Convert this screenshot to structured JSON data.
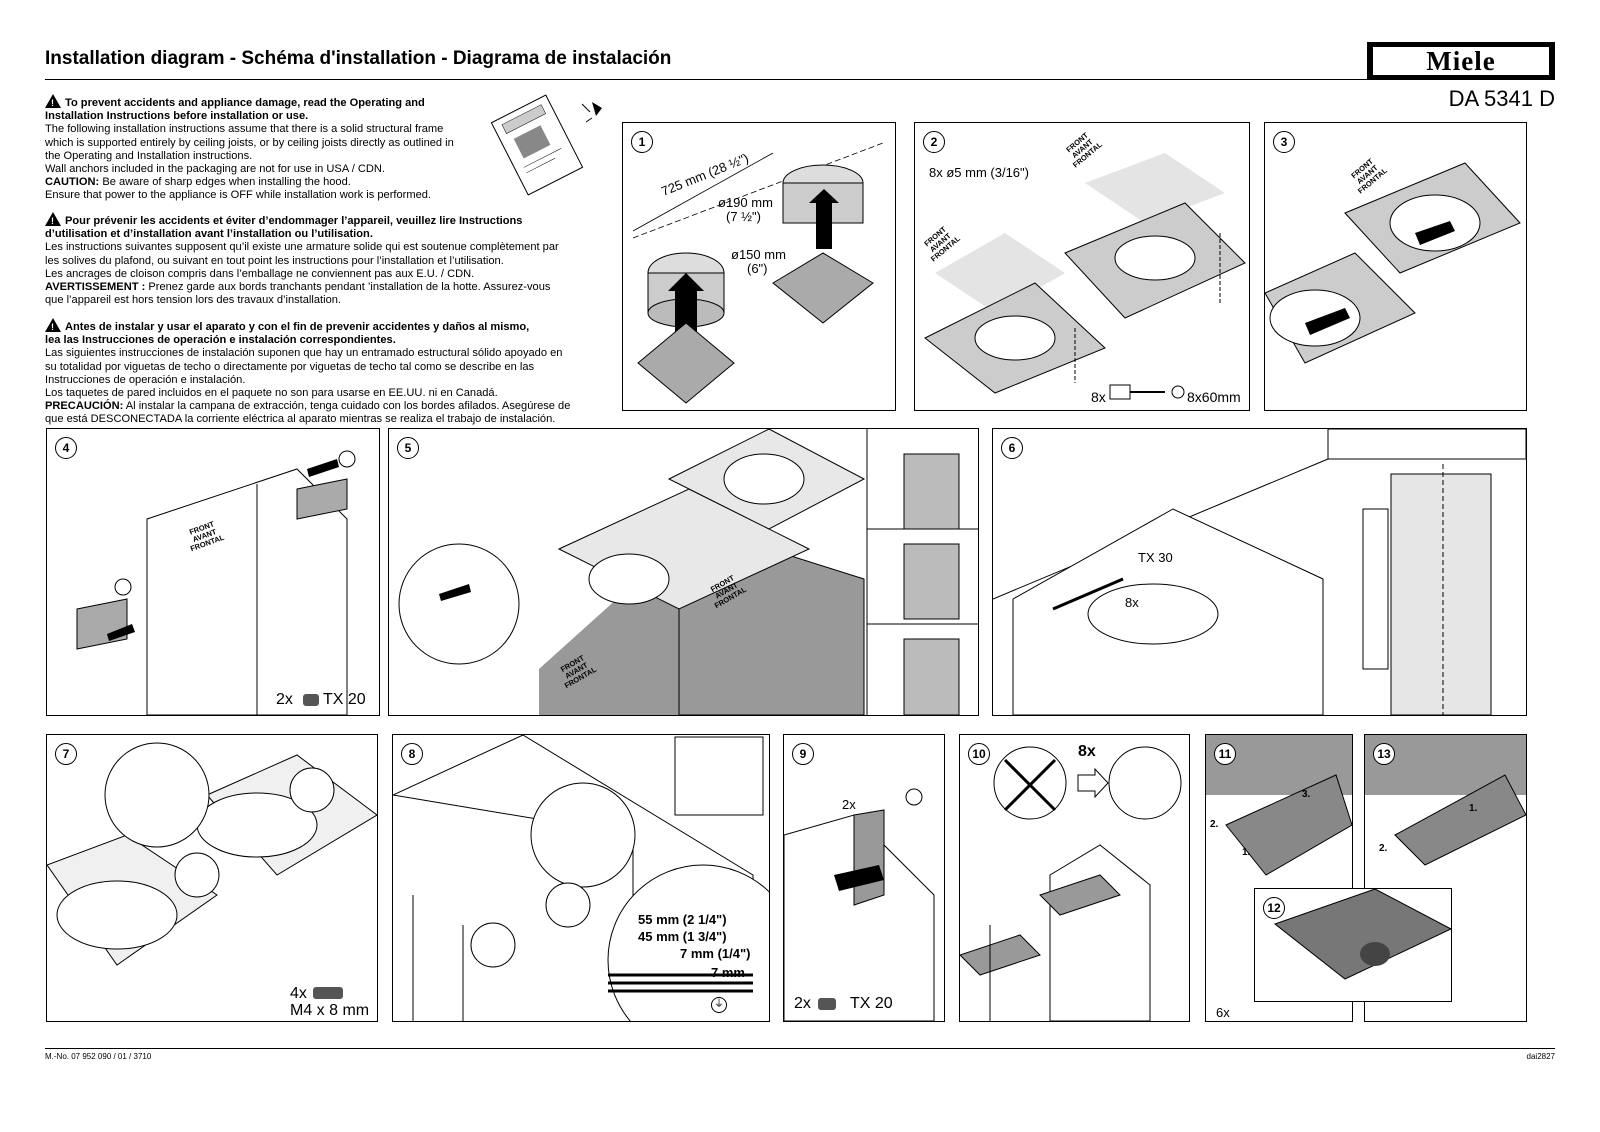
{
  "header": {
    "title": "Installation diagram  -  Schéma d'installation  -  Diagrama de instalación",
    "brand": "Miele",
    "model": "DA 5341 D"
  },
  "warnings": {
    "en": {
      "heading1": "To prevent accidents and appliance damage, read the Operating and",
      "heading2": "Installation Instructions before installation or use.",
      "lines": [
        "The following installation instructions assume that there is a solid structural frame",
        "which is supported entirely by ceiling joists, or by ceiling joists directly as outlined in",
        "the Operating and Installation instructions.",
        "Wall anchors included in the packaging are not for use in USA / CDN."
      ],
      "caution_label": "CAUTION:",
      "caution_text": " Be aware of sharp edges when installing the hood.",
      "last": "Ensure that power to the appliance is OFF while installation work is performed."
    },
    "fr": {
      "heading1": "Pour prévenir les accidents et éviter d’endommager l’appareil, veuillez lire Instructions",
      "heading2": "d’utilisation et d’installation avant l’installation ou l’utilisation.",
      "lines": [
        "Les instructions suivantes supposent qu’il existe une armature solide qui est soutenue complètement par",
        "les solives du plafond, ou suivant en tout point les instructions pour l’installation et l’utilisation.",
        "Les ancrages de cloison compris dans l’emballage ne conviennent pas aux E.U. / CDN."
      ],
      "caution_label": "AVERTISSEMENT :",
      "caution_text": " Prenez garde aux bords tranchants pendant ’installation de la hotte. Assurez-vous",
      "last": "que l’appareil est hors tension lors des travaux d’installation."
    },
    "es": {
      "heading1": "Antes de instalar y usar el aparato y con el fin de prevenir accidentes y daños al mismo,",
      "heading2": "lea las Instrucciones de operación e instalación correspondientes.",
      "lines": [
        "Las siguientes instrucciones de instalación suponen que hay un entramado estructural sólido apoyado en",
        "su totalidad por viguetas de techo o directamente por viguetas de techo tal como se describe en las",
        "Instrucciones de operación e instalación.",
        "Los taquetes de pared incluidos en el paquete no son para usarse en EE.UU. ni en Canadá."
      ],
      "caution_label": "PRECAUCIÓN:",
      "caution_text": " Al instalar la campana de extracción, tenga cuidado con los bordes afilados. Asegúrese de",
      "last": "que está DESCONECTADA la corriente eléctrica al aparato mientras se realiza el trabajo de instalación."
    }
  },
  "orientation_label": [
    "FRONT",
    "AVANT",
    "FRONTAL"
  ],
  "steps": {
    "s1": {
      "num": "1",
      "dim1": "725 mm  (28 ½\")",
      "dim2a": "ø190 mm",
      "dim2b": "(7 ½\")",
      "dim3a": "ø150 mm",
      "dim3b": "(6\")"
    },
    "s2": {
      "num": "2",
      "holes": "8x ø5 mm (3/16\")",
      "screws_qty": "8x",
      "screws_size": "8x60mm"
    },
    "s3": {
      "num": "3"
    },
    "s4": {
      "num": "4",
      "qty": "2x",
      "bit": "TX 20"
    },
    "s5": {
      "num": "5"
    },
    "s6": {
      "num": "6",
      "bit": "TX 30",
      "qty": "8x"
    },
    "s7": {
      "num": "7",
      "qty": "4x",
      "size": "M4 x 8 mm"
    },
    "s8": {
      "num": "8",
      "strip1": "55 mm (2 1/4\")",
      "strip2": "45 mm (1 3/4\")",
      "strip3": "7 mm (1/4\")",
      "strip4": "7 mm"
    },
    "s9": {
      "num": "9",
      "qty_top": "2x",
      "qty": "2x",
      "bit": "TX 20"
    },
    "s10": {
      "num": "10",
      "qty": "8x"
    },
    "s11": {
      "num": "11",
      "a": "3.",
      "b": "2.",
      "c": "1.",
      "qty": "6x"
    },
    "s12": {
      "num": "12"
    },
    "s13": {
      "num": "13",
      "a": "1.",
      "b": "2."
    }
  },
  "footer": {
    "doc_no": "M.-No. 07 952 090 / 01 / 3710",
    "ref": "dai2827"
  }
}
